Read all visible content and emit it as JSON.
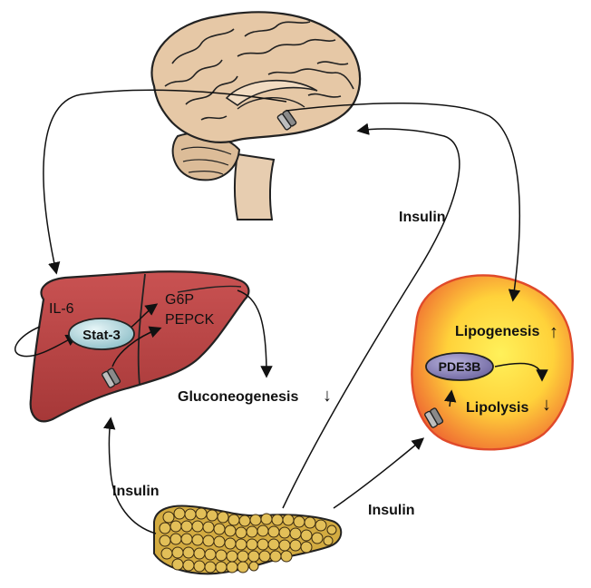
{
  "labels": {
    "insulin_brain": "Insulin",
    "insulin_liver": "Insulin",
    "insulin_fat": "Insulin",
    "il6": "IL-6",
    "stat3": "Stat-3",
    "g6p": "G6P",
    "pepck": "PEPCK",
    "gluconeogenesis": "Gluconeogenesis",
    "pde3b": "PDE3B",
    "lipogenesis": "Lipogenesis",
    "lipolysis": "Lipolysis"
  },
  "indicators": {
    "gluconeogenesis": "↓",
    "lipogenesis": "↑",
    "lipolysis": "↓"
  },
  "colors": {
    "liver": "#b84444",
    "brain": "#e3c6a4",
    "pancreas": "#d8b044",
    "adipose_center": "#ffee44",
    "adipose_edge": "#ef5a2e",
    "stat3": "#a6cfd6",
    "pde3b": "#8c84ba"
  }
}
